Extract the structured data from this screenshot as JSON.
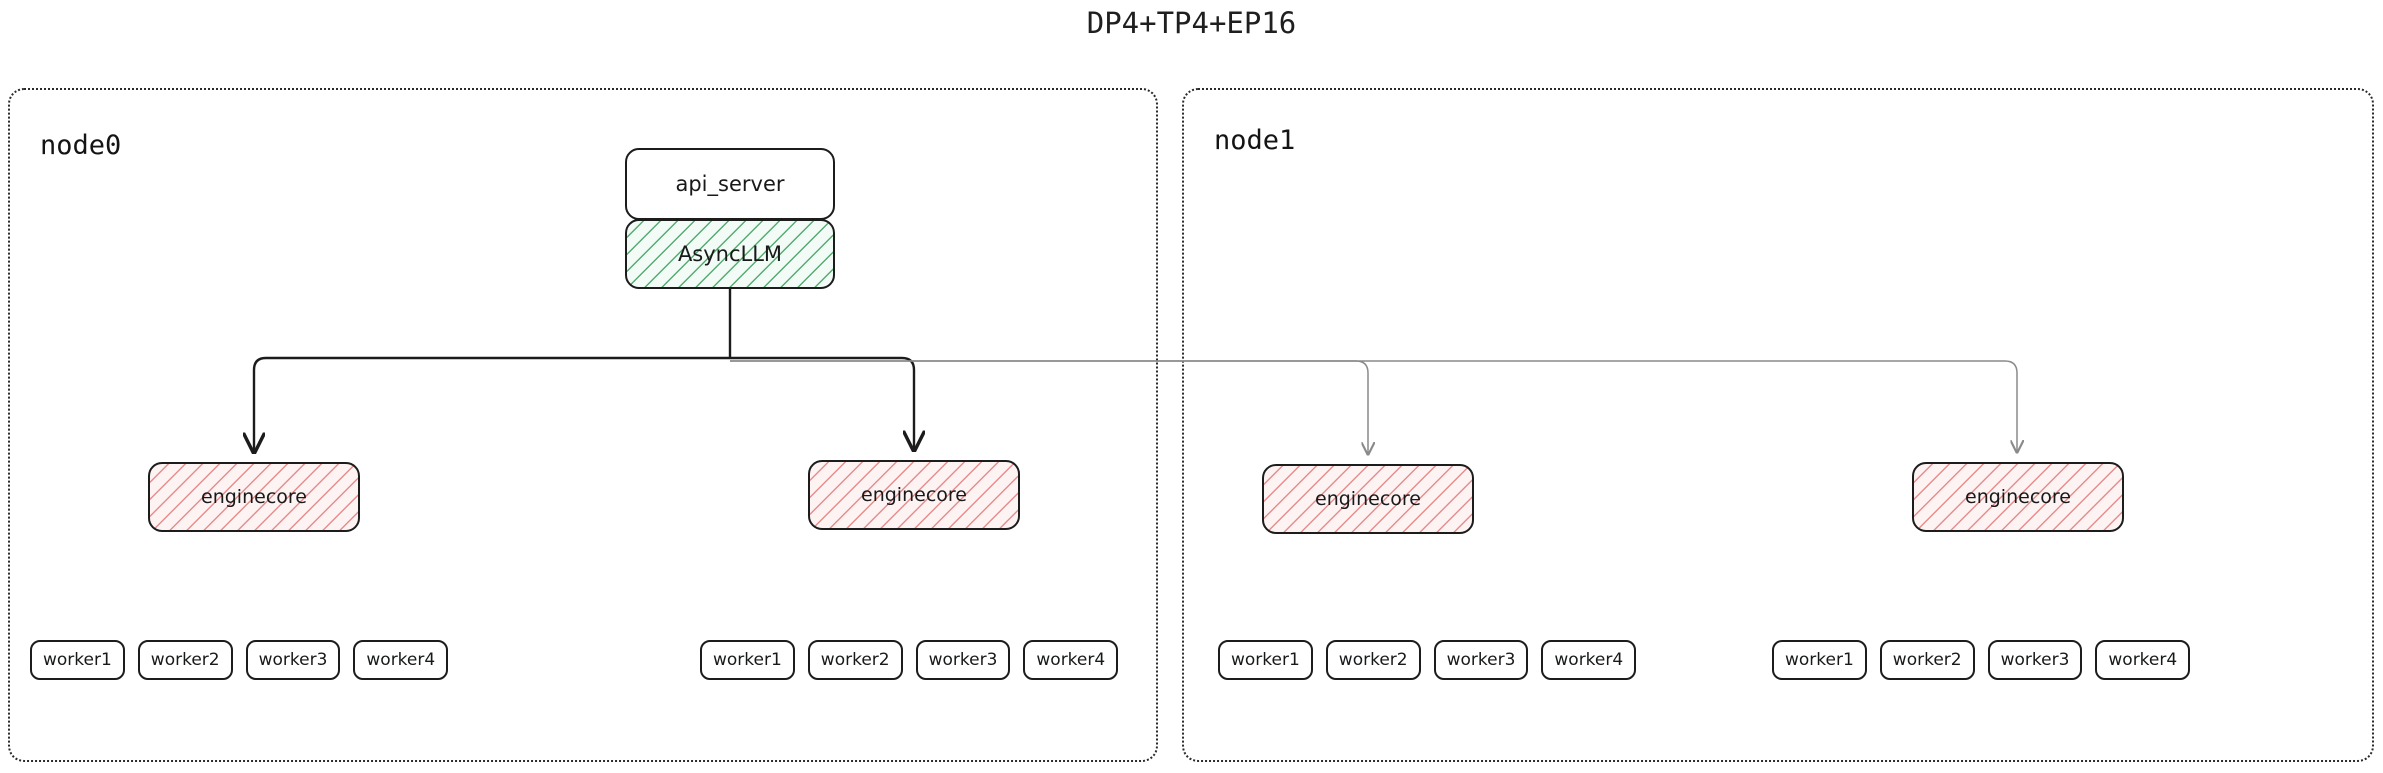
{
  "title": "DP4+TP4+EP16",
  "clusters": [
    {
      "id": "node0",
      "label": "node0"
    },
    {
      "id": "node1",
      "label": "node1"
    }
  ],
  "nodes": {
    "api_server": "api_server",
    "async_llm": "AsyncLLM",
    "enginecore": "enginecore"
  },
  "enginecores": [
    {
      "label": "enginecore",
      "cluster": "node0"
    },
    {
      "label": "enginecore",
      "cluster": "node0"
    },
    {
      "label": "enginecore",
      "cluster": "node1"
    },
    {
      "label": "enginecore",
      "cluster": "node1"
    }
  ],
  "worker_groups": [
    {
      "cluster": "node0",
      "workers": [
        "worker1",
        "worker2",
        "worker3",
        "worker4"
      ]
    },
    {
      "cluster": "node0",
      "workers": [
        "worker1",
        "worker2",
        "worker3",
        "worker4"
      ]
    },
    {
      "cluster": "node1",
      "workers": [
        "worker1",
        "worker2",
        "worker3",
        "worker4"
      ]
    },
    {
      "cluster": "node1",
      "workers": [
        "worker1",
        "worker2",
        "worker3",
        "worker4"
      ]
    }
  ],
  "colors": {
    "stroke": "#1c1c1c",
    "edge_local": "#1c1c1c",
    "edge_remote": "#8a8a8a",
    "async_llm_hatch": "#38a05a",
    "enginecore_hatch": "#e26a6a",
    "cluster_border": "#2b2b2b",
    "background": "#ffffff"
  },
  "edges": [
    {
      "from": "AsyncLLM",
      "to": "enginecore",
      "cluster": "node0",
      "style": "solid-dark"
    },
    {
      "from": "AsyncLLM",
      "to": "enginecore",
      "cluster": "node0",
      "style": "solid-dark"
    },
    {
      "from": "AsyncLLM",
      "to": "enginecore",
      "cluster": "node1",
      "style": "solid-light"
    },
    {
      "from": "AsyncLLM",
      "to": "enginecore",
      "cluster": "node1",
      "style": "solid-light"
    }
  ]
}
